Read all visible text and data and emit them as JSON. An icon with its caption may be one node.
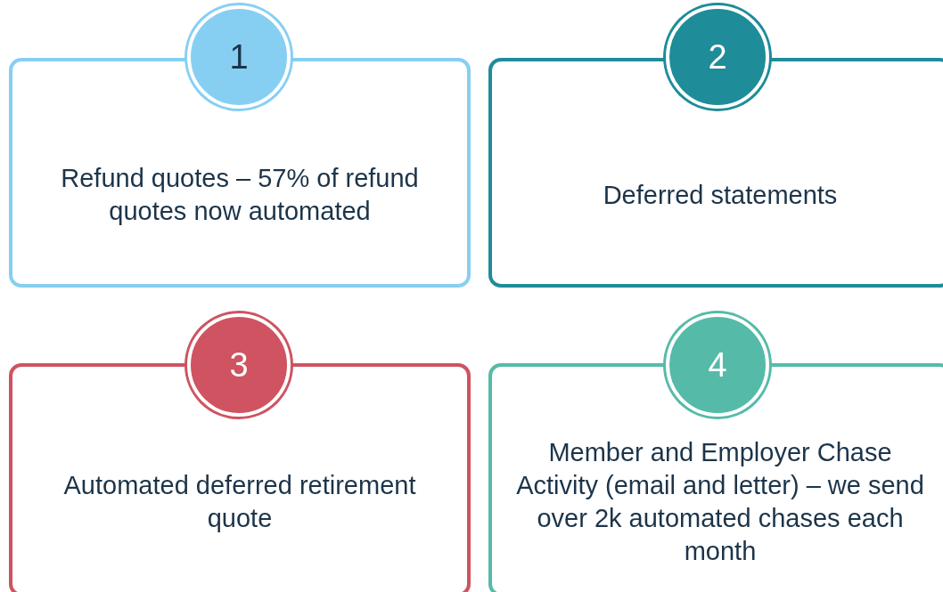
{
  "diagram": {
    "nodes": [
      {
        "text": [
          "1"
        ]
      },
      {
        "text": [
          "Refund quotes – 57% of refund quotes now automated"
        ]
      },
      {
        "text": [
          "2"
        ]
      },
      {
        "text": [
          "Deferred statements"
        ]
      },
      {
        "text": [
          "3"
        ]
      },
      {
        "text": [
          "Automated deferred retirement quote"
        ]
      },
      {
        "text": [
          "4"
        ]
      },
      {
        "text": [
          "Member and Employer Chase Activity (email and letter) – we send over 2k automated chases each month"
        ]
      }
    ]
  }
}
